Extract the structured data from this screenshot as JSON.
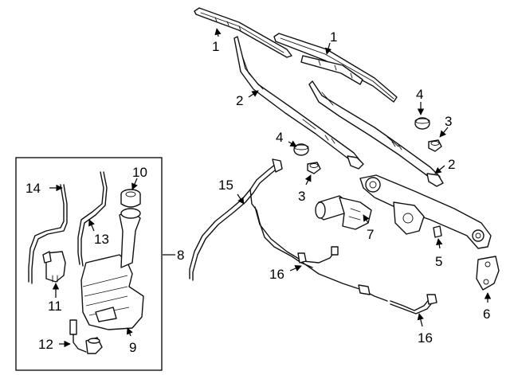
{
  "callouts": {
    "c1a": "1",
    "c1b": "1",
    "c2a": "2",
    "c2b": "2",
    "c3a": "3",
    "c3b": "3",
    "c4a": "4",
    "c4b": "4",
    "c5": "5",
    "c6": "6",
    "c7": "7",
    "c8": "8",
    "c9": "9",
    "c10": "10",
    "c11": "11",
    "c12": "12",
    "c13": "13",
    "c14": "14",
    "c15": "15",
    "c16a": "16",
    "c16b": "16"
  }
}
